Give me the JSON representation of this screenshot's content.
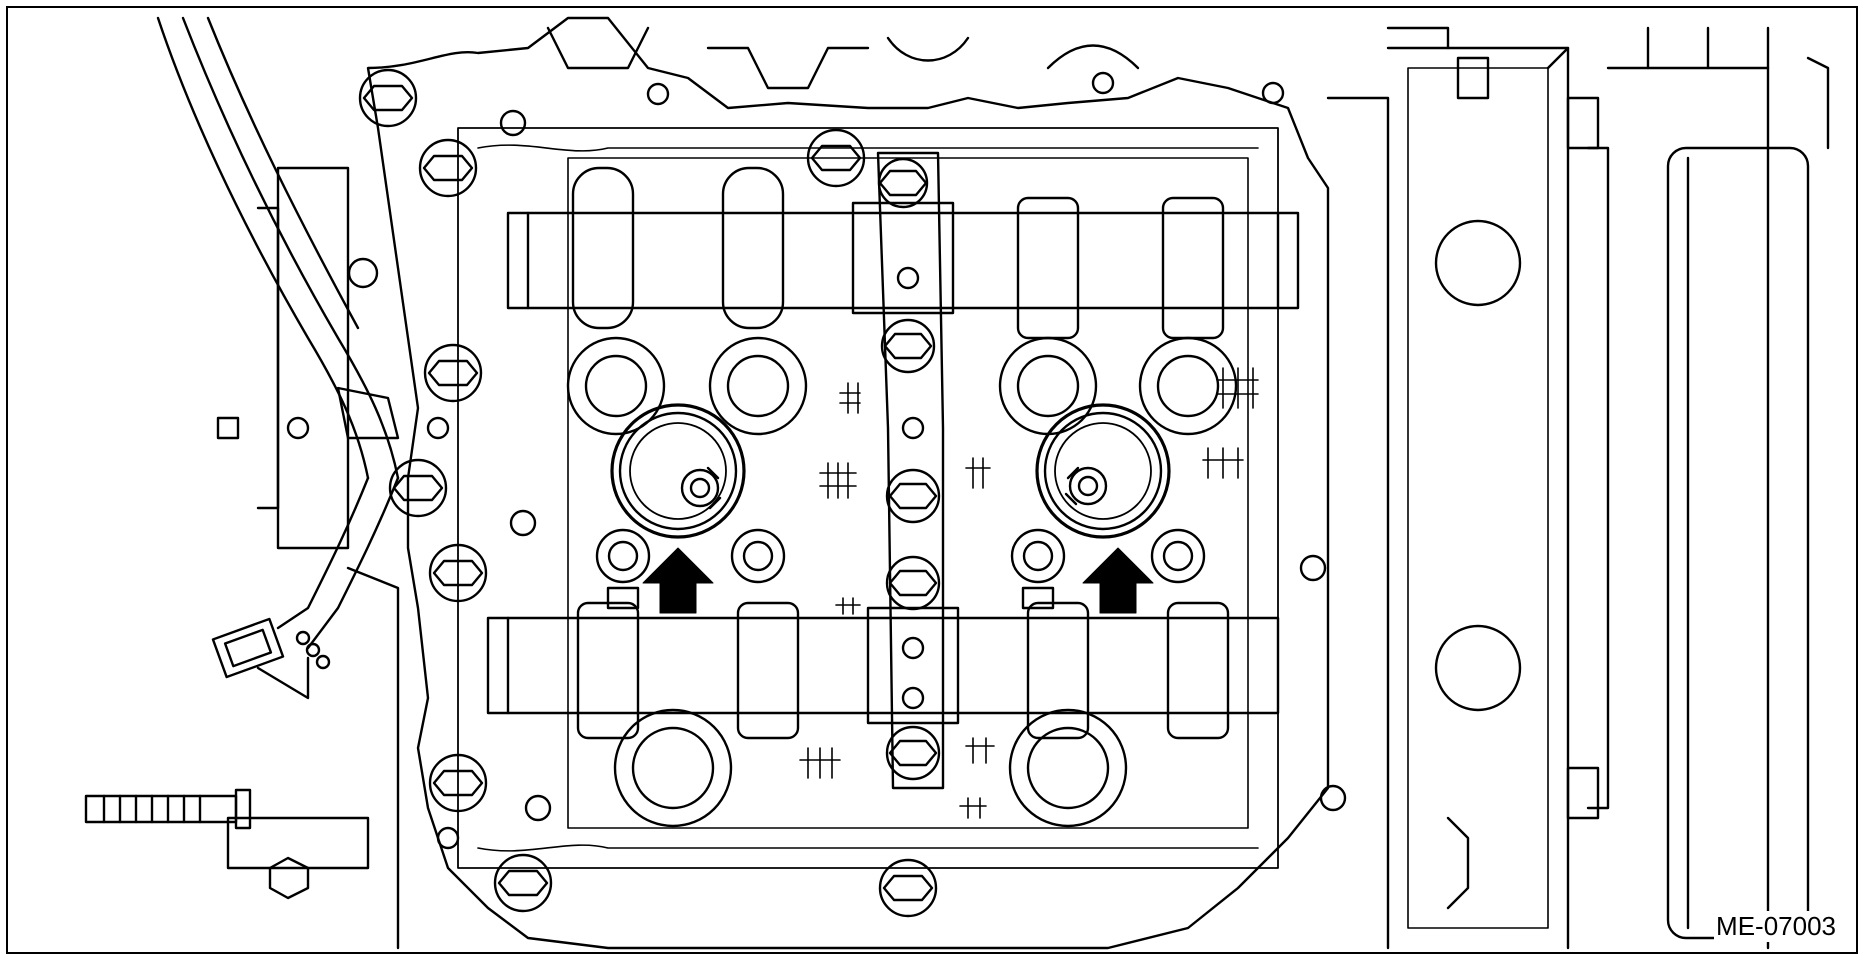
{
  "figure": {
    "id": "ME-07003",
    "subject": "cylinder-head-camshaft-valve-area",
    "indicators": {
      "arrow_count": 2,
      "arrow_icon": "up-arrow-icon"
    },
    "colors": {
      "ink": "#000000",
      "paper": "#ffffff"
    }
  }
}
